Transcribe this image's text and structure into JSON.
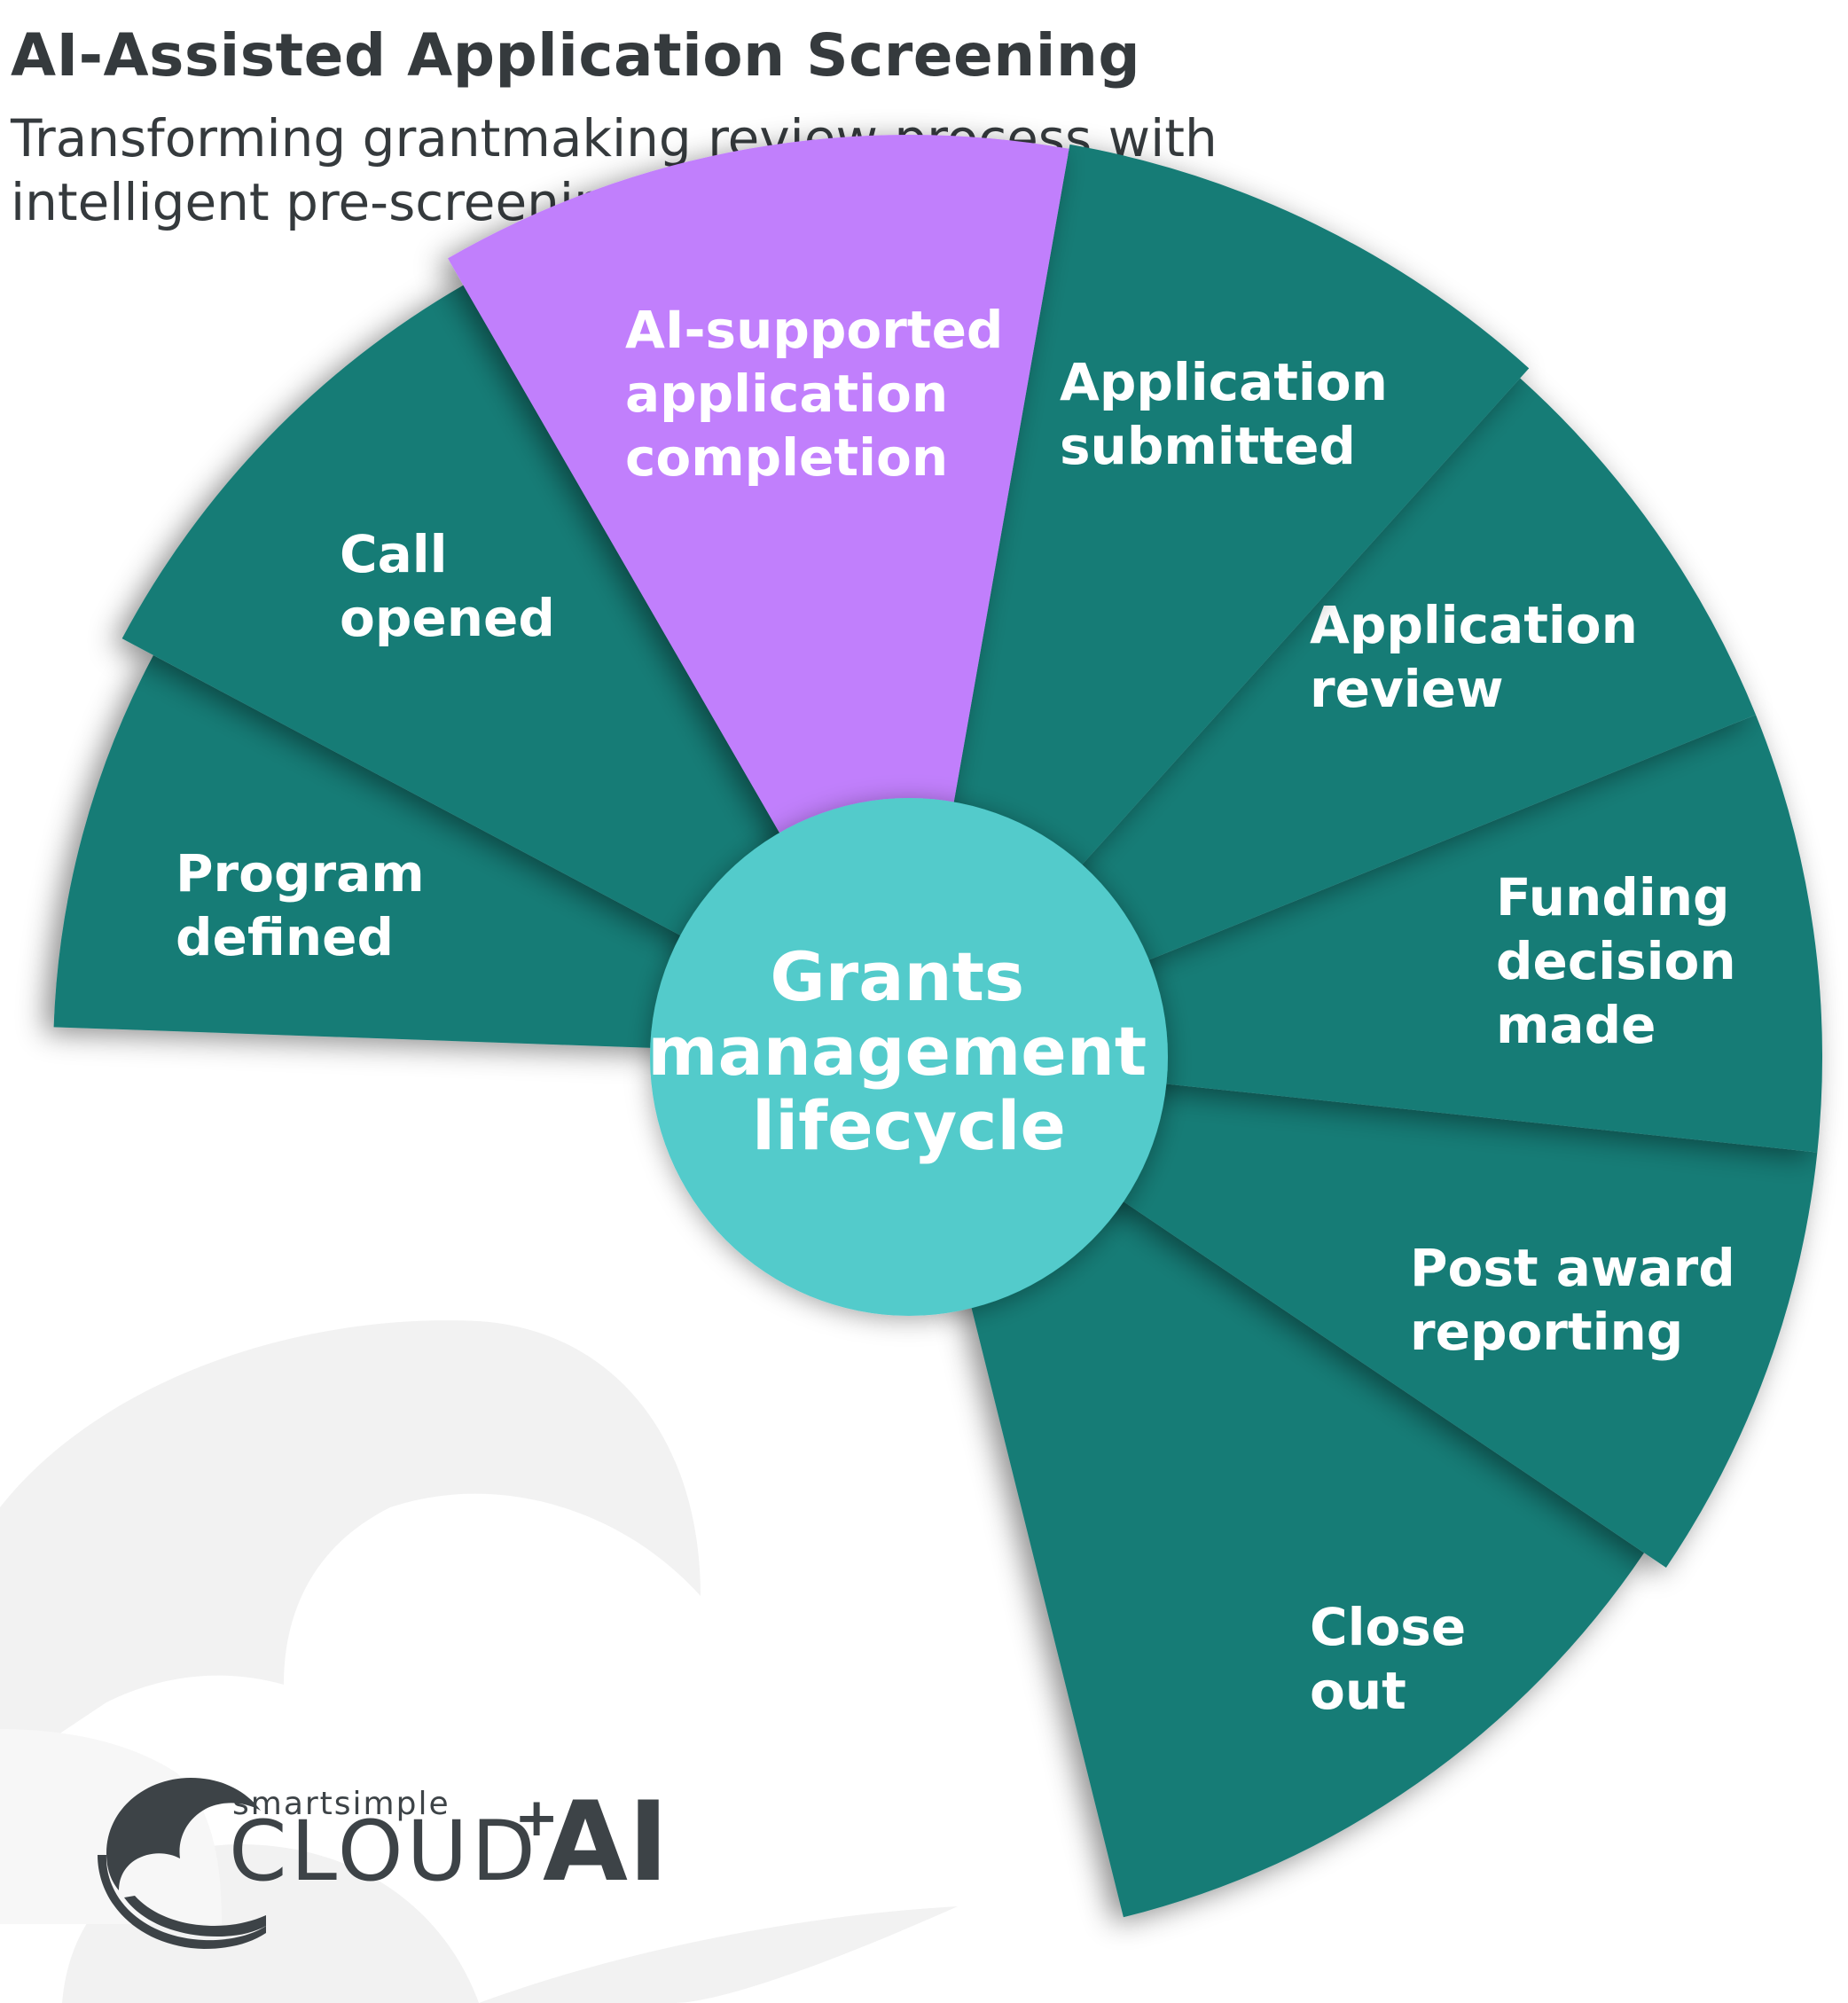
{
  "header": {
    "title": "AI-Assisted Application Screening",
    "subtitle": "Transforming grantmaking review process with intelligent pre-screening"
  },
  "hub": {
    "label": [
      "Grants",
      "management",
      "lifecycle"
    ],
    "color": "#52cbcb"
  },
  "segments": [
    {
      "lines": [
        "Program",
        "defined"
      ],
      "highlight": false
    },
    {
      "lines": [
        "Call",
        "opened"
      ],
      "highlight": false
    },
    {
      "lines": [
        "AI-supported",
        "application",
        "completion"
      ],
      "highlight": true
    },
    {
      "lines": [
        "Application",
        "submitted"
      ],
      "highlight": false
    },
    {
      "lines": [
        "Application",
        "review"
      ],
      "highlight": false
    },
    {
      "lines": [
        "Funding",
        "decision",
        "made"
      ],
      "highlight": false
    },
    {
      "lines": [
        "Post award",
        "reporting"
      ],
      "highlight": false
    },
    {
      "lines": [
        "Close",
        "out"
      ],
      "highlight": false
    }
  ],
  "colors": {
    "segment": "#157b76",
    "highlight": "#c17ffc",
    "text": "#353a3d",
    "watermark": "#f2f2f2"
  },
  "logo": {
    "brand": "smartsimple",
    "product": "CLOUD",
    "plus": "+",
    "suffix": "AI"
  }
}
